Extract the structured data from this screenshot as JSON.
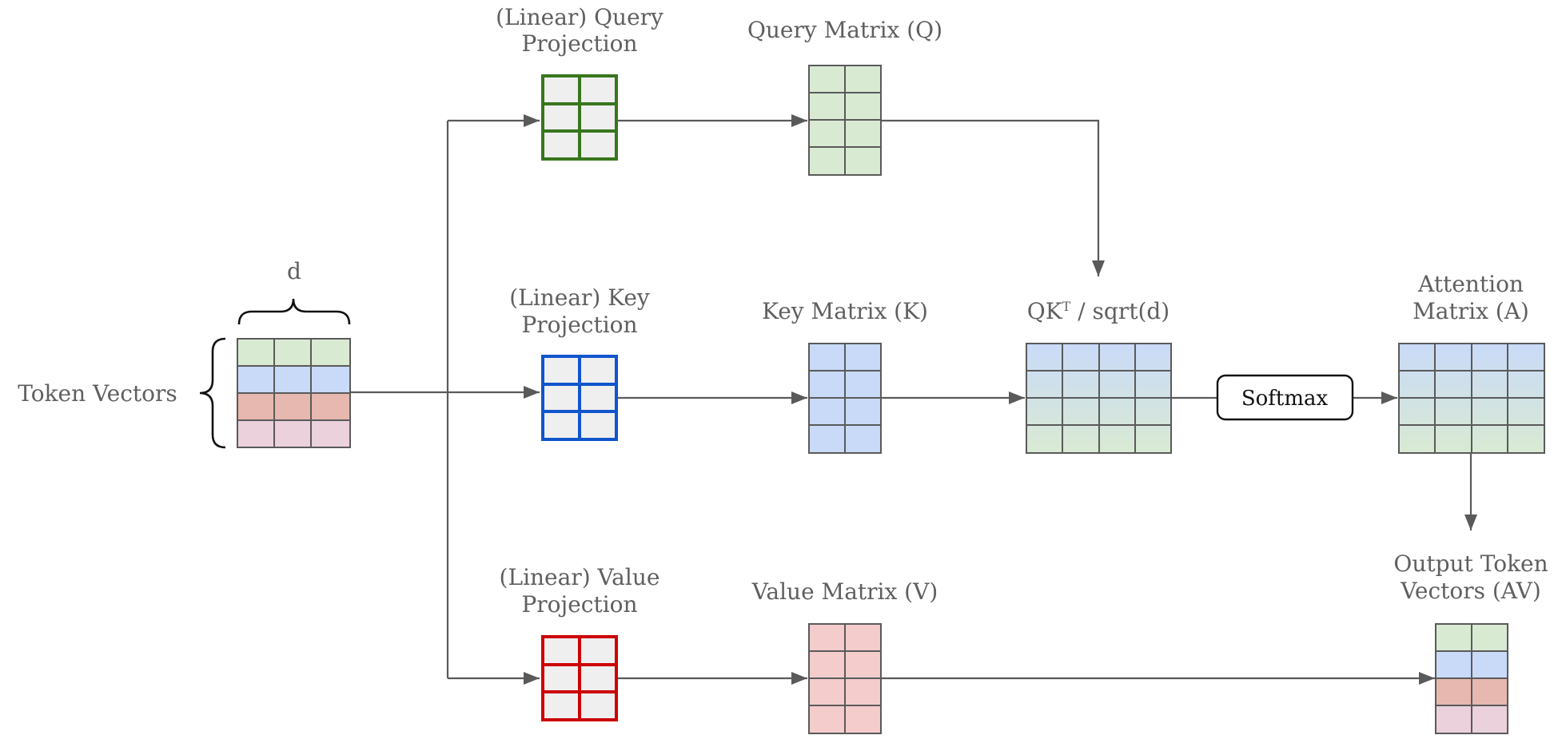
{
  "labels": {
    "token_vectors": "Token Vectors",
    "d": "d",
    "query_projection_line1": "(Linear) Query",
    "query_projection_line2": "Projection",
    "key_projection_line1": "(Linear) Key",
    "key_projection_line2": "Projection",
    "value_projection_line1": "(Linear) Value",
    "value_projection_line2": "Projection",
    "query_matrix": "Query Matrix (Q)",
    "key_matrix": "Key Matrix (K)",
    "value_matrix": "Value Matrix (V)",
    "qk_base": "QK",
    "qk_sup": "T",
    "qk_rest": " / sqrt(d)",
    "softmax": "Softmax",
    "attention_line1": "Attention",
    "attention_line2": "Matrix (A)",
    "output_line1": "Output Token",
    "output_line2": "Vectors (AV)"
  },
  "colors": {
    "query": "#38761d",
    "key": "#1155cc",
    "value": "#cc0000",
    "token_row_1": "#d9ead3",
    "token_row_2": "#c9daf8",
    "token_row_3": "#e6b8af",
    "token_row_4": "#ead1dc",
    "weight_fill": "#efefef",
    "value_matrix_fill": "#f4cccc",
    "line": "#5a5a5a"
  }
}
